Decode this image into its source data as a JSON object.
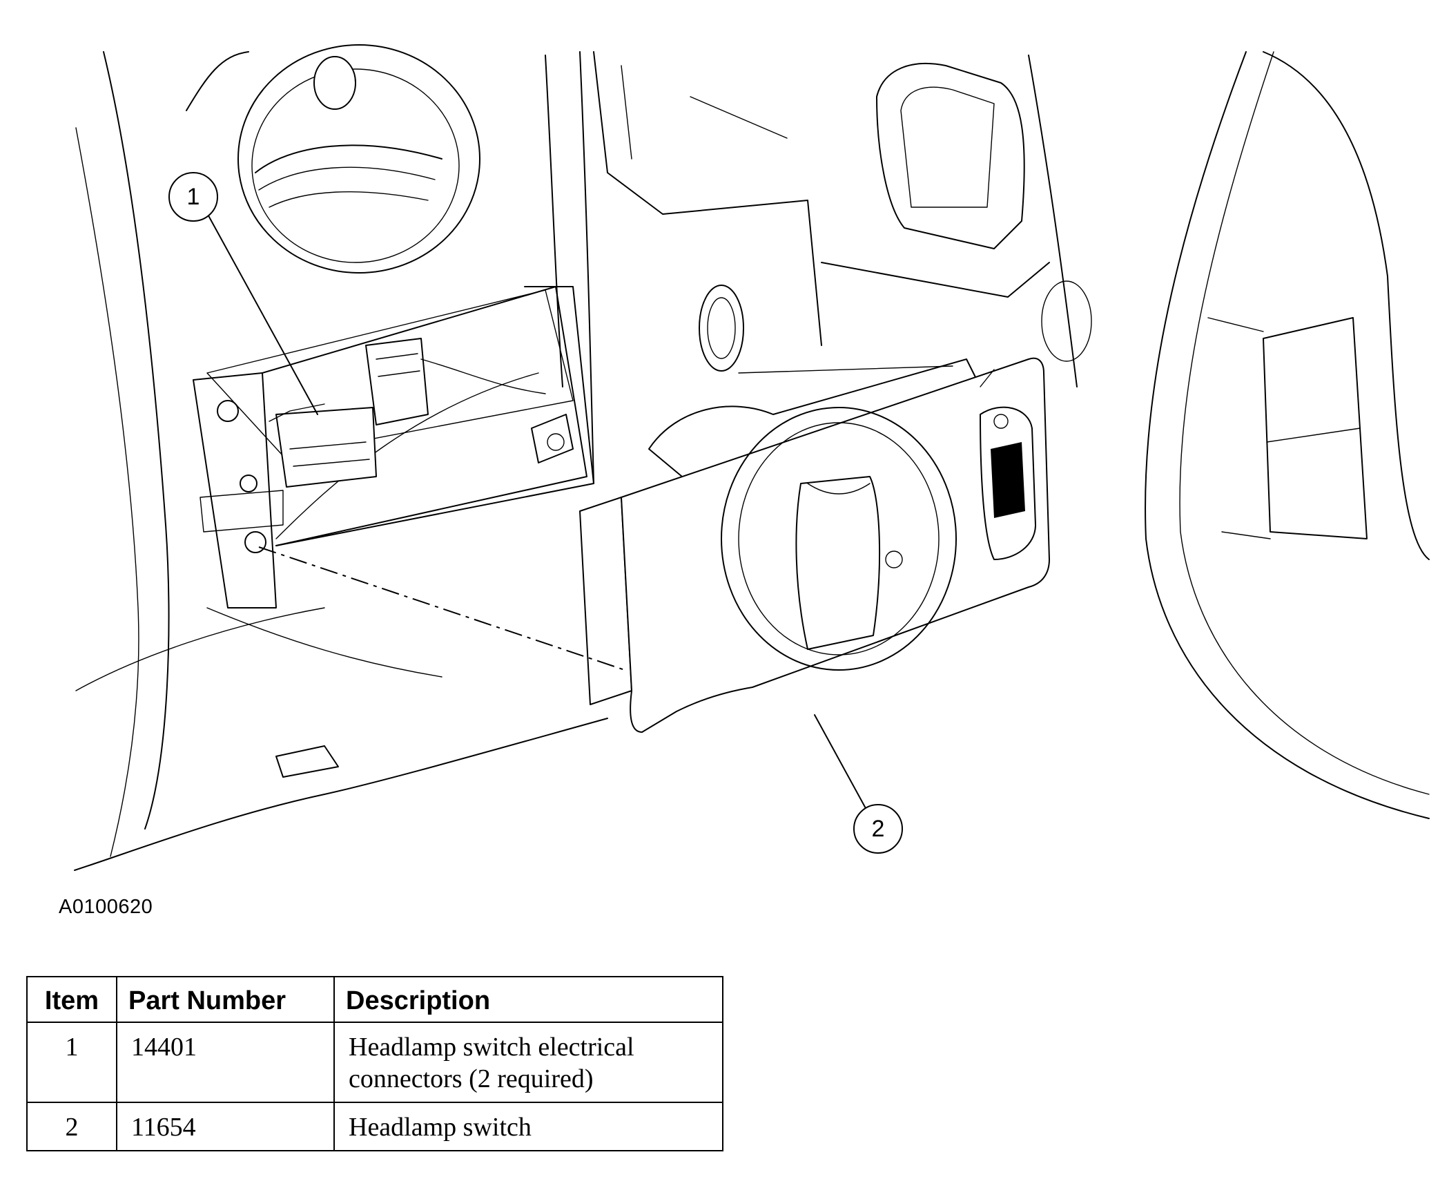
{
  "figure": {
    "id": "A0100620",
    "callouts": [
      {
        "number": "1"
      },
      {
        "number": "2"
      }
    ]
  },
  "parts_table": {
    "headers": {
      "item": "Item",
      "part_number": "Part Number",
      "description": "Description"
    },
    "rows": [
      {
        "item": "1",
        "part_number": "14401",
        "description": "Headlamp switch electrical connectors (2 required)"
      },
      {
        "item": "2",
        "part_number": "11654",
        "description": "Headlamp switch"
      }
    ]
  }
}
